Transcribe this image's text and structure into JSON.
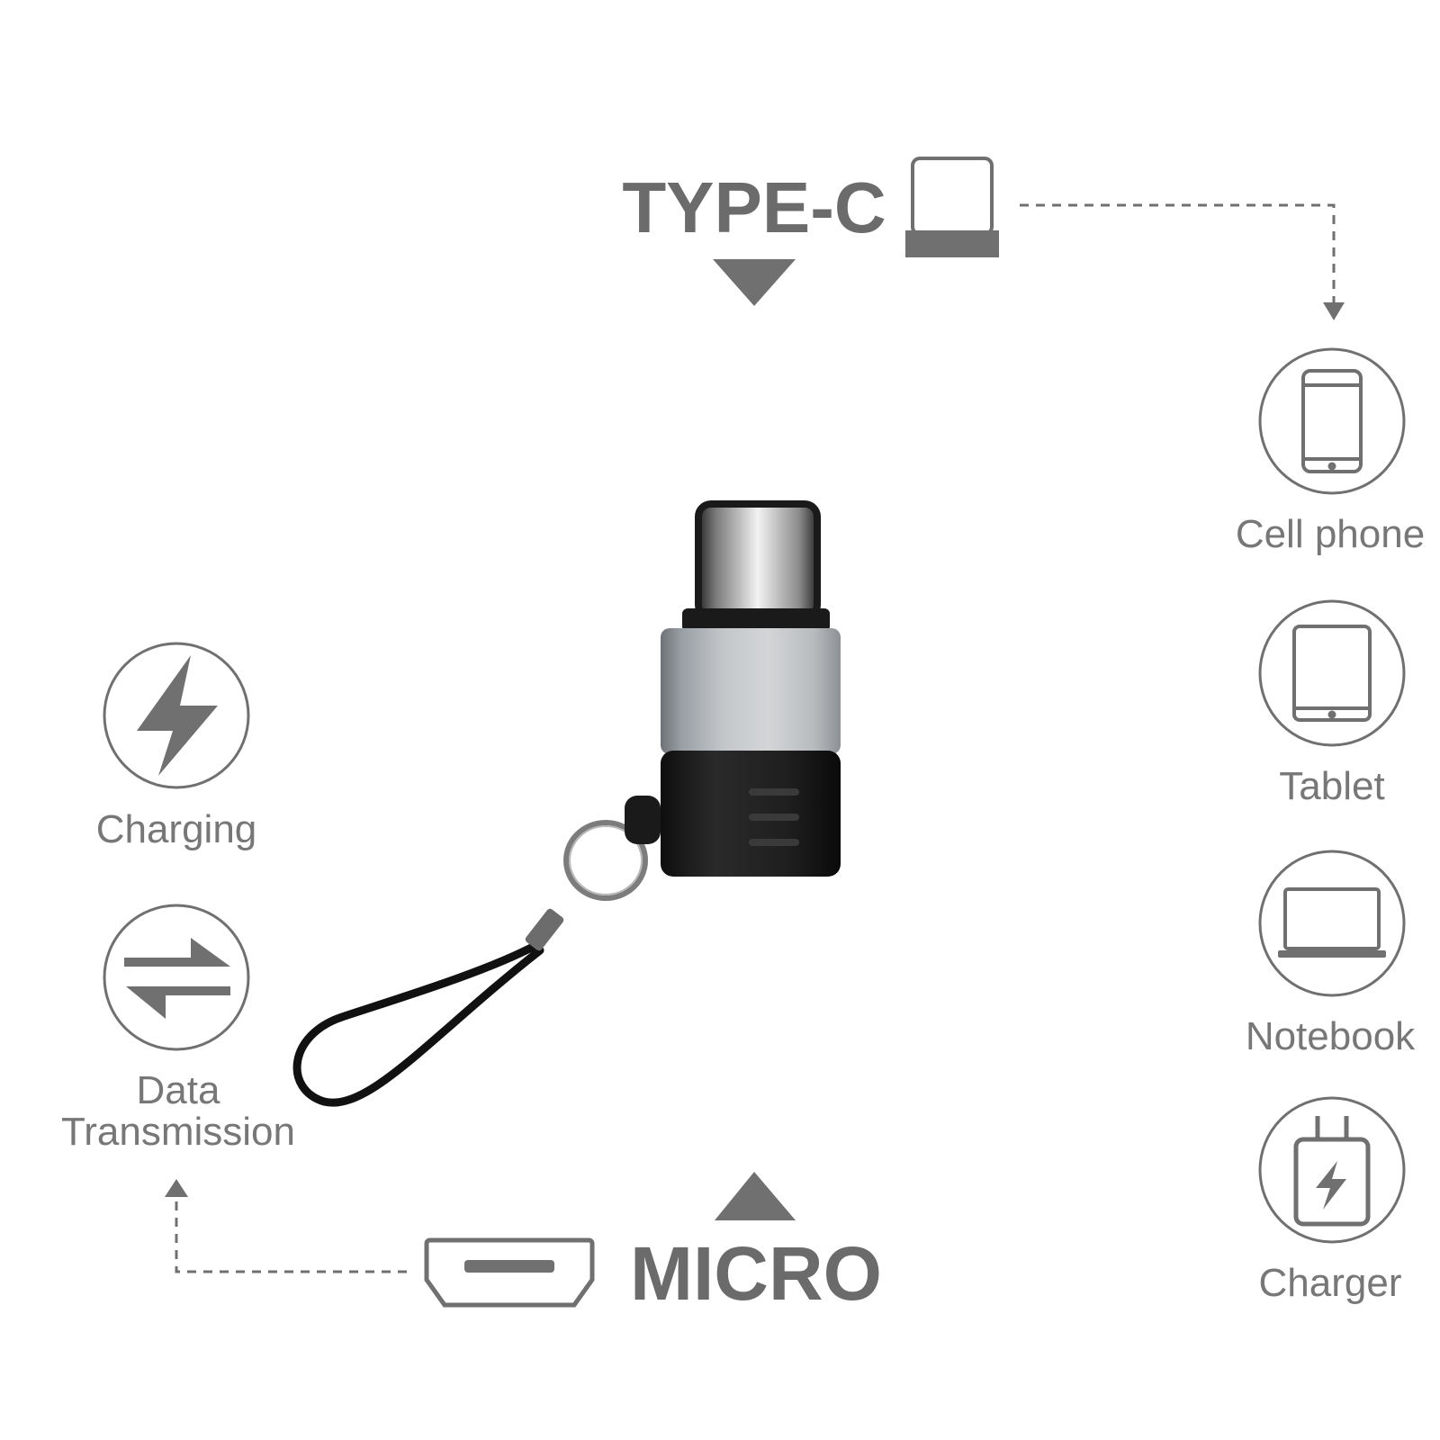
{
  "top_connector": {
    "label": "TYPE-C",
    "icon": "type-c-port-icon"
  },
  "bottom_connector": {
    "label": "MICRO",
    "icon": "micro-usb-port-icon"
  },
  "functions": [
    {
      "label": "Charging",
      "icon": "lightning-bolt-icon"
    },
    {
      "label_lines": [
        "Data",
        "Transmission"
      ],
      "icon": "data-transfer-arrows-icon"
    }
  ],
  "devices": [
    {
      "label": "Cell phone",
      "icon": "cell-phone-icon"
    },
    {
      "label": "Tablet",
      "icon": "tablet-icon"
    },
    {
      "label": "Notebook",
      "icon": "notebook-icon"
    },
    {
      "label": "Charger",
      "icon": "charger-icon"
    }
  ],
  "product": {
    "icon": "usb-adapter-keychain-image"
  },
  "colors": {
    "icon_gray": "#707070",
    "text_gray": "#777777",
    "body_silver": "#b9bcbf",
    "body_black": "#1c1c1c"
  }
}
